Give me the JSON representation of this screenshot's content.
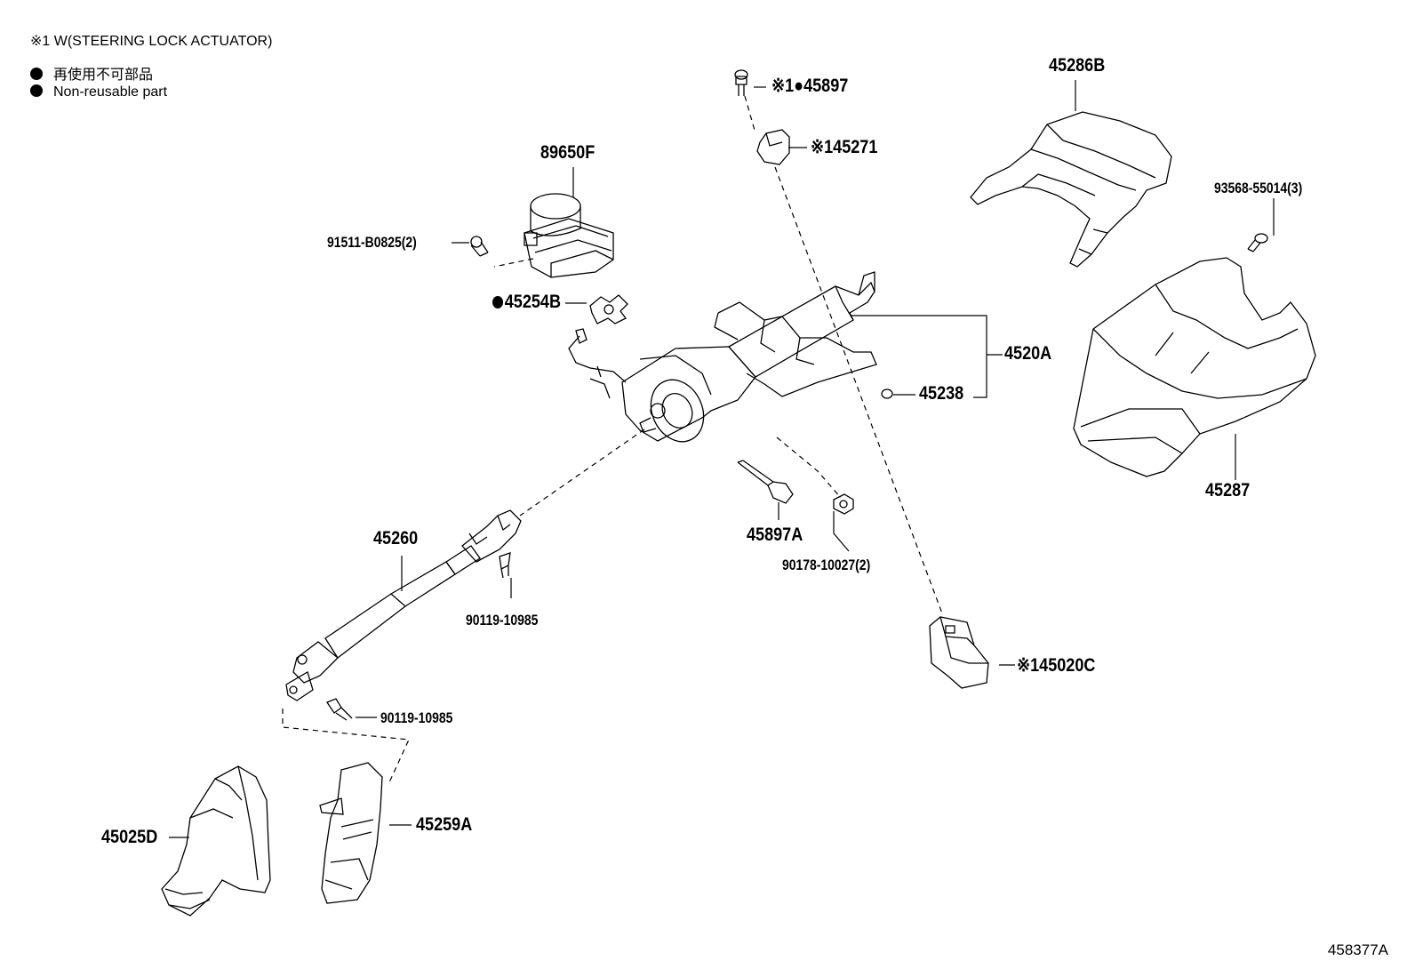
{
  "notes": {
    "note1": "※1 W(STEERING LOCK ACTUATOR)",
    "legend_ja": "再使用不可部品",
    "legend_en": "Non-reusable part"
  },
  "parts": {
    "p45897": "※1●45897",
    "p45271": "※145271",
    "p45286B": "45286B",
    "p93568": "93568-55014(3)",
    "p89650F": "89650F",
    "p91511": "91511-B0825(2)",
    "p45254B": "45254B",
    "p4520A": "4520A",
    "p45238": "45238",
    "p45287": "45287",
    "p45260": "45260",
    "p45897A": "45897A",
    "p90178": "90178-10027(2)",
    "p90119a": "90119-10985",
    "p90119b": "90119-10985",
    "p45020C": "※145020C",
    "p45025D": "45025D",
    "p45259A": "45259A"
  },
  "diagram_id": "458377A"
}
